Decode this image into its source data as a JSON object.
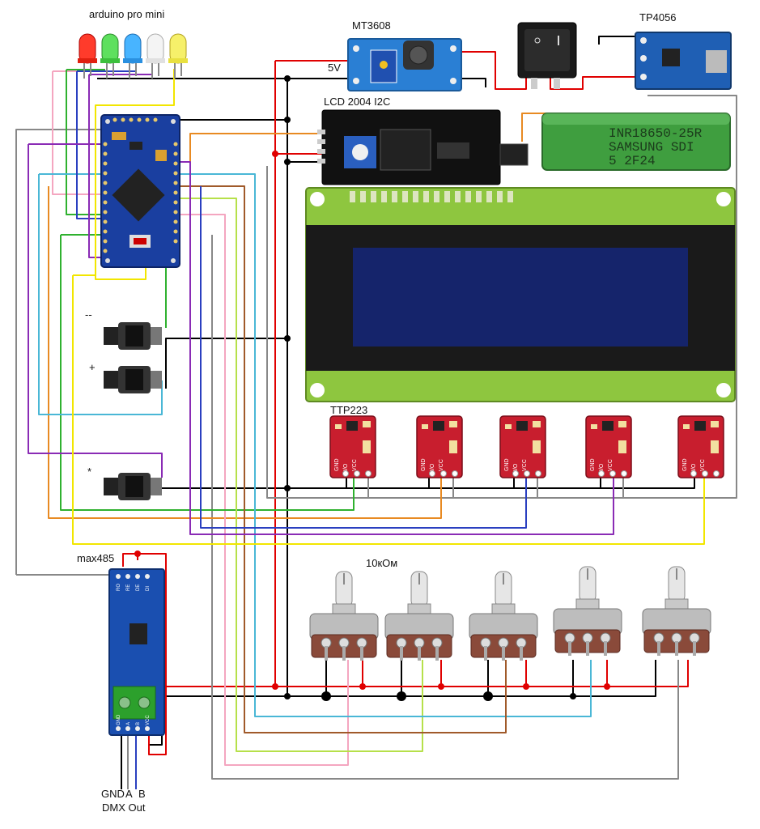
{
  "labels": {
    "arduino": "arduino pro mini",
    "mt3608": "MT3608",
    "tp4056": "TP4056",
    "five_volt": "5V",
    "lcd_i2c": "LCD 2004 I2C",
    "ttp223": "TTP223",
    "max485": "max485",
    "pot_value": "10кОм",
    "gnd": "GND",
    "a": "A",
    "b": "B",
    "dmx_out": "DMX Out",
    "btn_minus": "--",
    "btn_plus": "+",
    "btn_star": "*"
  },
  "battery": {
    "line1": "INR18650-25R",
    "line2": "SAMSUNG  SDI",
    "line3": "5         2F24"
  },
  "ttp_pins": [
    "GND",
    "I/O",
    "VCC"
  ],
  "max485_pins_top": [
    "RO",
    "RE",
    "DE",
    "DI"
  ],
  "max485_pins_bottom": [
    "GND",
    "A",
    "B",
    "VCC"
  ],
  "colors": {
    "red": "#e00000",
    "black": "#000000",
    "gray": "#888888",
    "pink": "#f4a6c0",
    "green": "#2fb12f",
    "blue": "#2a3fc0",
    "purple": "#8a2bb5",
    "yellow": "#f2e600",
    "orange": "#e88a22",
    "cyan": "#4ab7d6",
    "brown": "#a05a2a",
    "lime": "#b6e04a",
    "lcd_green": "#8ec63f",
    "lcd_screen": "#15246b",
    "board_blue": "#1a3fa0",
    "ttp_red": "#c81e2e",
    "battery": "#3f9e3f"
  },
  "leds": [
    "red",
    "green",
    "blue",
    "white",
    "yellow"
  ]
}
